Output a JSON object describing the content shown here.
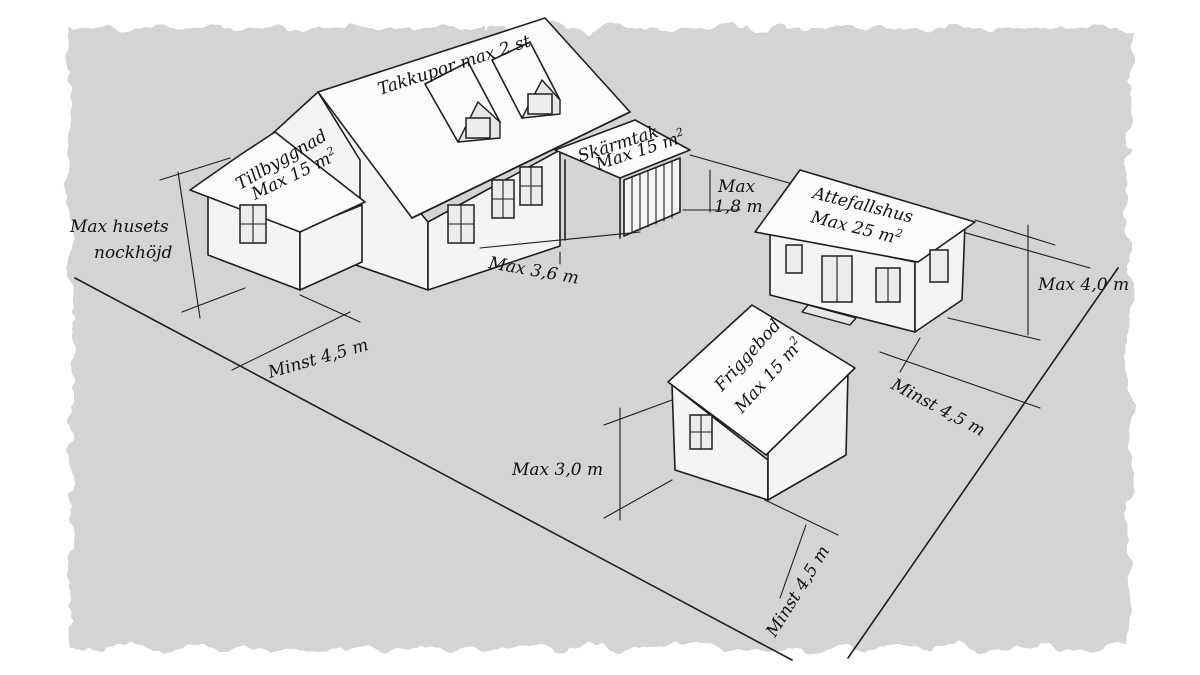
{
  "labels": {
    "takkupor": "Takkupor max 2 st",
    "tillbyggnad_title": "Tillbyggnad",
    "tillbyggnad_area": "Max 15 m",
    "tillbyggnad_unit": "2",
    "skarmtak_title": "Skärmtak",
    "skarmtak_area": "Max 15 m",
    "skarmtak_unit": "2",
    "max_husets_line1": "Max husets",
    "max_husets_line2": "nockhöjd",
    "max_18_line1": "Max",
    "max_18_line2": "1,8 m",
    "max_36": "Max 3,6 m",
    "minst_45_left": "Minst 4,5 m",
    "attefallshus_title": "Attefallshus",
    "attefallshus_area": "Max 25 m",
    "attefallshus_unit": "2",
    "max_40": "Max 4,0 m",
    "minst_45_right": "Minst 4,5 m",
    "friggebod_title": "Friggebod",
    "friggebod_area": "Max 15 m",
    "friggebod_unit": "2",
    "max_30": "Max 3,0 m",
    "minst_45_bottom": "Minst 4,5 m"
  },
  "colors": {
    "paper": "#d4d4d4",
    "ink": "#1e1e1e",
    "wall": "#f4f4f4"
  }
}
